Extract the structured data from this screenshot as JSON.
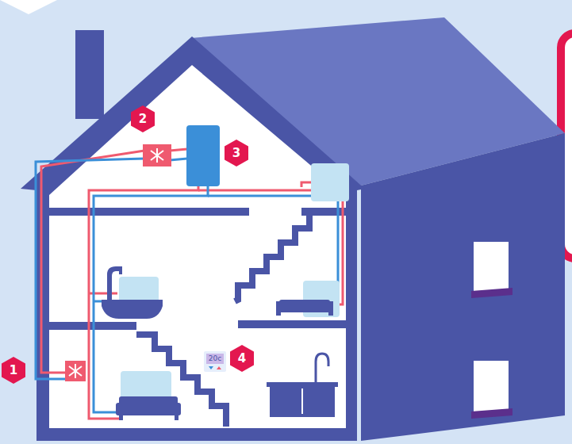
{
  "diagram": {
    "labels": [
      "2",
      "3",
      "20c",
      "4",
      "1"
    ]
  }
}
